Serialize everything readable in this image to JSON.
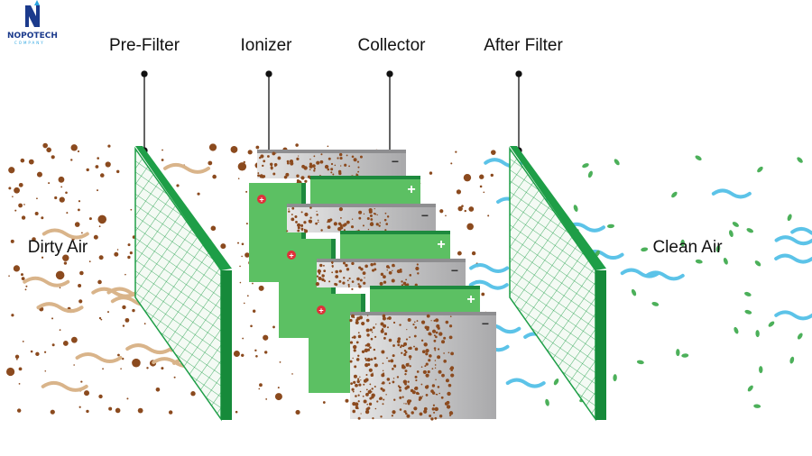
{
  "logo": {
    "name": "NOPOTECH",
    "sub": "COMPANY"
  },
  "labels": {
    "pre_filter": "Pre-Filter",
    "ionizer": "Ionizer",
    "collector": "Collector",
    "after_filter": "After Filter",
    "dirty_air": "Dirty Air",
    "clean_air": "Clean Air"
  },
  "signs": {
    "plus": "+",
    "minus": "−"
  },
  "colors": {
    "filter_green": "#1e9e47",
    "plate_green": "#5cc063",
    "particle_brown": "#8b4a1e",
    "dirty_wisp": "#d9b48a",
    "clean_wisp": "#5cc3e8",
    "leaf_green": "#4cb05a",
    "ion_red": "#e0303a"
  }
}
